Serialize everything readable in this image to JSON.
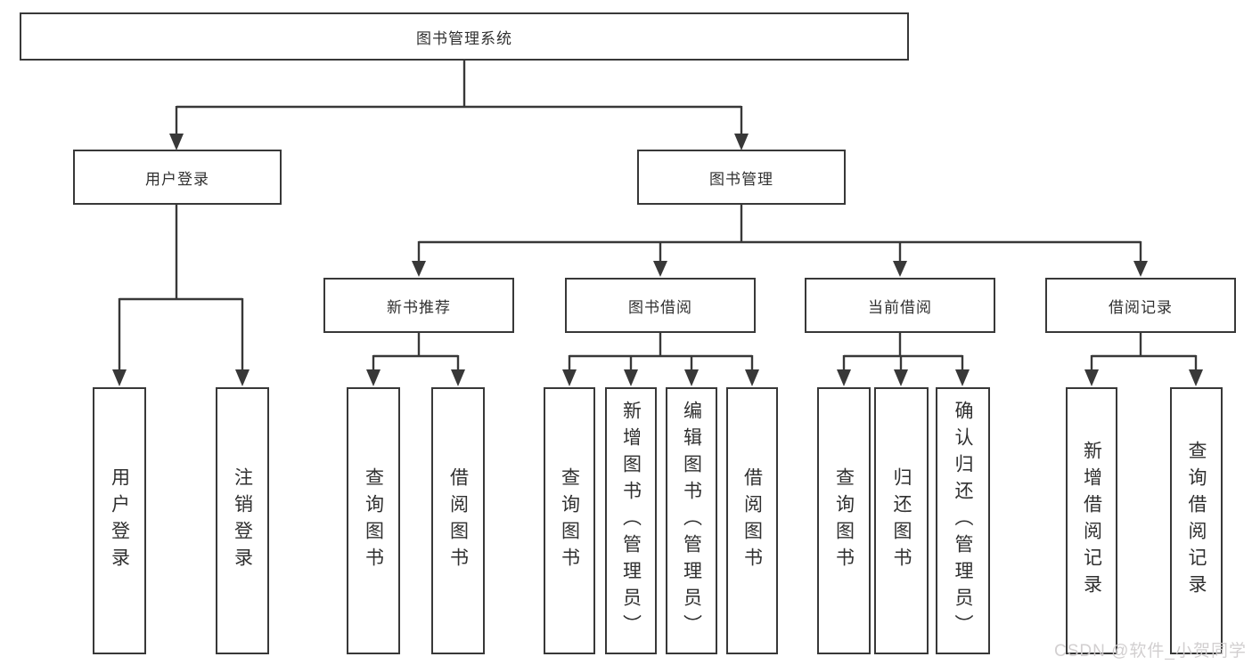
{
  "colors": {
    "line": "#383838",
    "box_border": "#383838",
    "text": "#303030",
    "watermark": "#d0cccd",
    "background": "#ffffff"
  },
  "tree": {
    "root": {
      "label": "图书管理系统"
    },
    "branches": [
      {
        "label": "用户登录",
        "children": [
          {
            "label": "用户登录"
          },
          {
            "label": "注销登录"
          }
        ]
      },
      {
        "label": "图书管理",
        "children": [
          {
            "label": "新书推荐",
            "children": [
              {
                "label": "查询图书"
              },
              {
                "label": "借阅图书"
              }
            ]
          },
          {
            "label": "图书借阅",
            "children": [
              {
                "label": "查询图书"
              },
              {
                "label": "新增图书（管理员）"
              },
              {
                "label": "编辑图书（管理员）"
              },
              {
                "label": "借阅图书"
              }
            ]
          },
          {
            "label": "当前借阅",
            "children": [
              {
                "label": "查询图书"
              },
              {
                "label": "归还图书"
              },
              {
                "label": "确认归还（管理员）"
              }
            ]
          },
          {
            "label": "借阅记录",
            "children": [
              {
                "label": "新增借阅记录"
              },
              {
                "label": "查询借阅记录"
              }
            ]
          }
        ]
      }
    ]
  },
  "watermark": {
    "text": "CSDN @软件_小贺同学"
  }
}
